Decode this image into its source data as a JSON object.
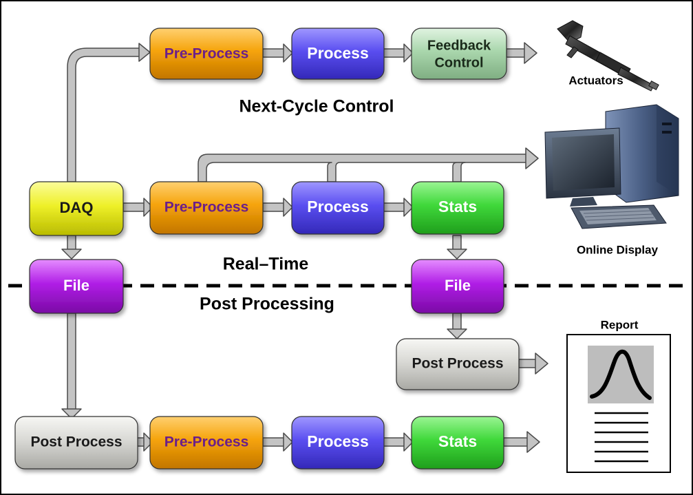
{
  "boxes": {
    "pre_process_top": "Pre-Process",
    "process_top": "Process",
    "feedback_control_line1": "Feedback",
    "feedback_control_line2": "Control",
    "daq": "DAQ",
    "pre_process_mid": "Pre-Process",
    "process_mid": "Process",
    "stats_mid": "Stats",
    "file_left": "File",
    "file_right": "File",
    "post_process_right": "Post Process",
    "post_process_bottom": "Post Process",
    "pre_process_bottom": "Pre-Process",
    "process_bottom": "Process",
    "stats_bottom": "Stats"
  },
  "labels": {
    "next_cycle_control": "Next-Cycle Control",
    "real_time": "Real–Time",
    "post_processing": "Post Processing",
    "actuators": "Actuators",
    "online_display": "Online Display",
    "report": "Report"
  },
  "colors": {
    "orange": "#f5a30a",
    "blue": "#5a4ef0",
    "green": "#3fd83a",
    "light_green": "#a9d6ac",
    "yellow": "#eef028",
    "purple": "#b01ee6",
    "gray": "#d9d9d5",
    "arrow_fill": "#c4c4c4",
    "arrow_stroke": "#4a4a4a"
  }
}
